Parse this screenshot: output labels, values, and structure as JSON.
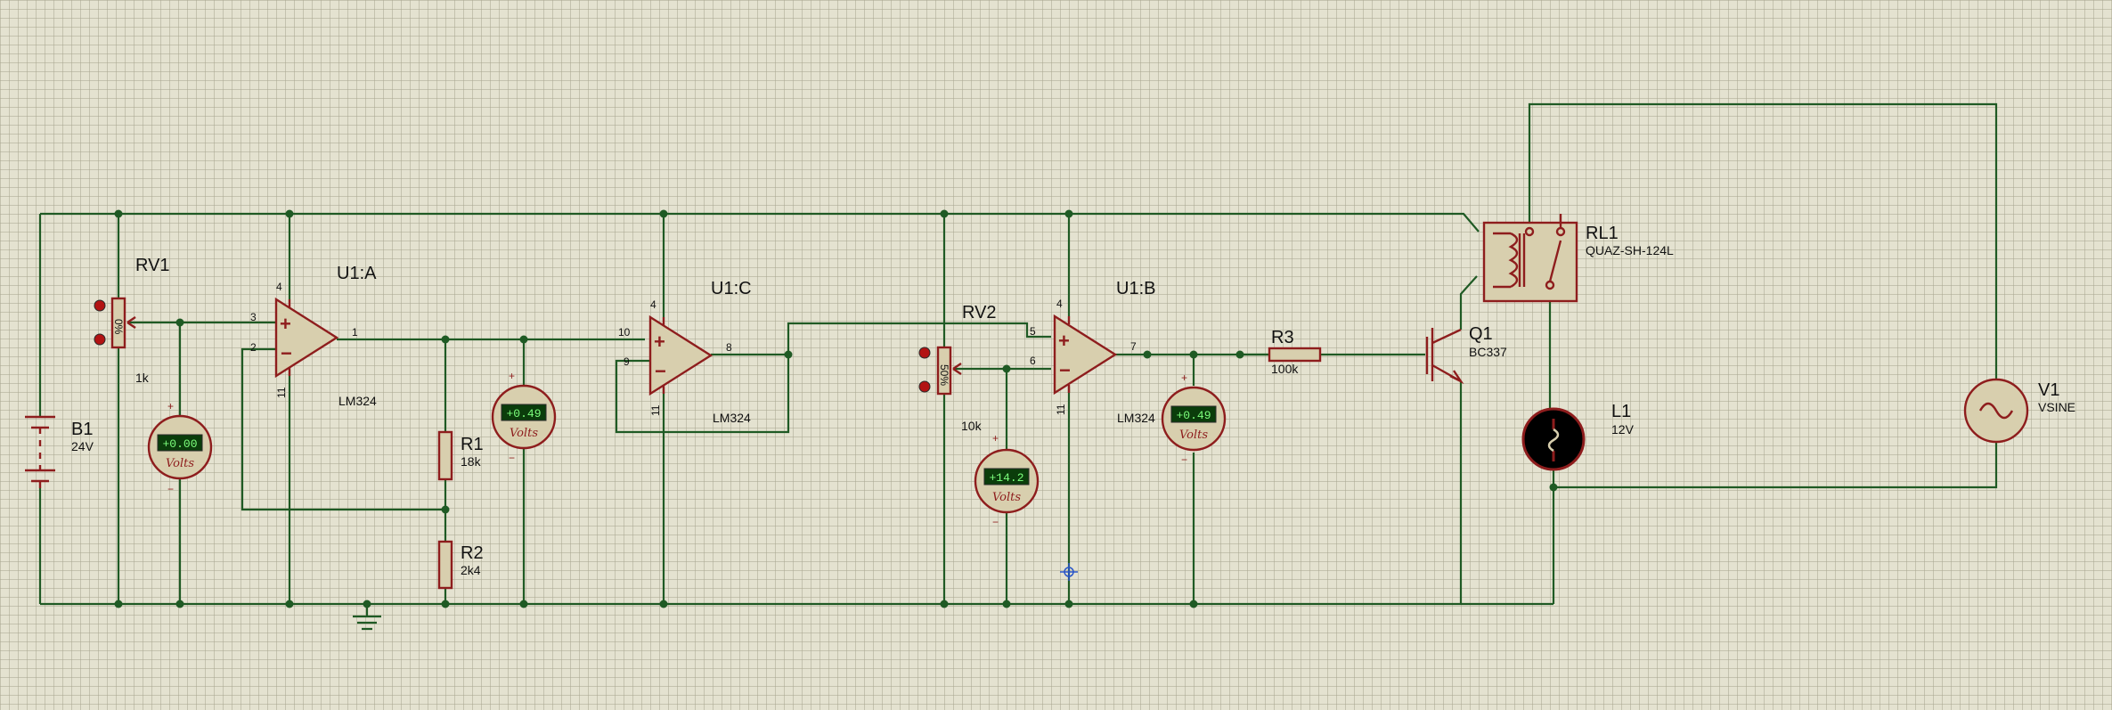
{
  "components": {
    "B1": {
      "ref": "B1",
      "value": "24V"
    },
    "RV1": {
      "ref": "RV1",
      "value": "1k",
      "wiper_label": "0%"
    },
    "RV2": {
      "ref": "RV2",
      "value": "10k",
      "wiper_label": "50%"
    },
    "U1A": {
      "ref": "U1:A",
      "part": "LM324",
      "pins": {
        "v_plus": "4",
        "v_minus": "11",
        "in_plus": "3",
        "in_minus": "2",
        "out": "1"
      }
    },
    "U1C": {
      "ref": "U1:C",
      "part": "LM324",
      "pins": {
        "v_plus": "4",
        "v_minus": "11",
        "in_plus": "10",
        "in_minus": "9",
        "out": "8"
      }
    },
    "U1B": {
      "ref": "U1:B",
      "part": "LM324",
      "pins": {
        "v_plus": "4",
        "v_minus": "11",
        "in_plus": "5",
        "in_minus": "6",
        "out": "7"
      }
    },
    "R1": {
      "ref": "R1",
      "value": "18k"
    },
    "R2": {
      "ref": "R2",
      "value": "2k4"
    },
    "R3": {
      "ref": "R3",
      "value": "100k"
    },
    "Q1": {
      "ref": "Q1",
      "value": "BC337"
    },
    "RL1": {
      "ref": "RL1",
      "value": "QUAZ-SH-124L"
    },
    "L1": {
      "ref": "L1",
      "value": "12V"
    },
    "V1": {
      "ref": "V1",
      "value": "VSINE"
    }
  },
  "voltmeters": [
    {
      "reading": "+0.00",
      "unit": "Volts",
      "plus": "+",
      "minus": "−"
    },
    {
      "reading": "+0.49",
      "unit": "Volts",
      "plus": "+",
      "minus": "−"
    },
    {
      "reading": "+14.2",
      "unit": "Volts",
      "plus": "+",
      "minus": "−"
    },
    {
      "reading": "+0.49",
      "unit": "Volts",
      "plus": "+",
      "minus": "−"
    }
  ],
  "opamp_signs": {
    "plus": "+",
    "minus": "−"
  },
  "colors": {
    "wire": "#1f5a24",
    "component": "#8e1d1d",
    "background": "#e4e2d0"
  }
}
